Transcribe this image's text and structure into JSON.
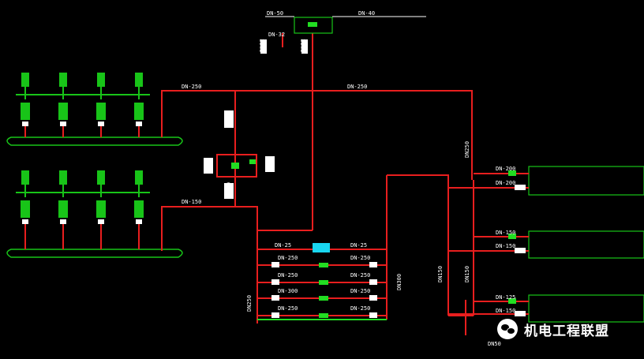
{
  "colors": {
    "background": "#000000",
    "pipe": "#e81e1e",
    "equipment": "#18c418",
    "valve_green": "#22dd22",
    "label": "#ffffff",
    "accent": "#19d6f0"
  },
  "pipe_labels": {
    "top_main": "DN-250",
    "left_main_upper": "DN-250",
    "left_main_lower": "DN-150",
    "top_tee_left": "DN-50",
    "top_tee_right": "DN-40",
    "top_tee_down": "DN-32",
    "manifold_top_left": "DN-25",
    "manifold_top_right": "DN-25",
    "manifold_row1_left": "DN-250",
    "manifold_row1_right": "DN-250",
    "manifold_row2_left": "DN-250",
    "manifold_row2_right": "DN-250",
    "manifold_row3_left": "DN-300",
    "manifold_row3_right": "DN-250",
    "manifold_row4_left": "DN-250",
    "manifold_row4_right": "DN-250",
    "branch1_upper": "DN-200",
    "branch1_lower": "DN-200",
    "branch2_upper": "DN-150",
    "branch2_lower": "DN-150",
    "branch3_upper": "DN-125",
    "branch3_lower": "DN-150"
  },
  "vertical_labels": {
    "top_stub_a": "DN32",
    "top_stub_b": "DN32",
    "riser_upper": "DN250",
    "riser_lower": "DN250",
    "bypass_left": "DN25",
    "bypass_right": "DN25",
    "manifold_riser": "DN250",
    "manifold_drop": "DN300",
    "right_riser": "DN250",
    "return_a": "DN150",
    "return_b": "DN150",
    "bottom_drain": "DN50"
  },
  "watermark": {
    "icon": "wechat-icon",
    "text": "机电工程联盟"
  }
}
